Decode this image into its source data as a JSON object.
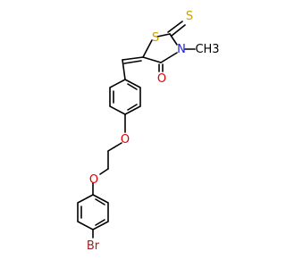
{
  "molecule": {
    "atoms": {
      "S_ring": "S",
      "S_thione": "S",
      "N": "N",
      "N_methyl": "CH3",
      "O_carbonyl": "O",
      "O_ether1": "O",
      "O_ether2": "O",
      "Br": "Br"
    }
  },
  "colors": {
    "bond": "#000000",
    "sulfur": "#c8a000",
    "nitrogen": "#2020e0",
    "oxygen": "#e00000",
    "bromine": "#a02020"
  }
}
